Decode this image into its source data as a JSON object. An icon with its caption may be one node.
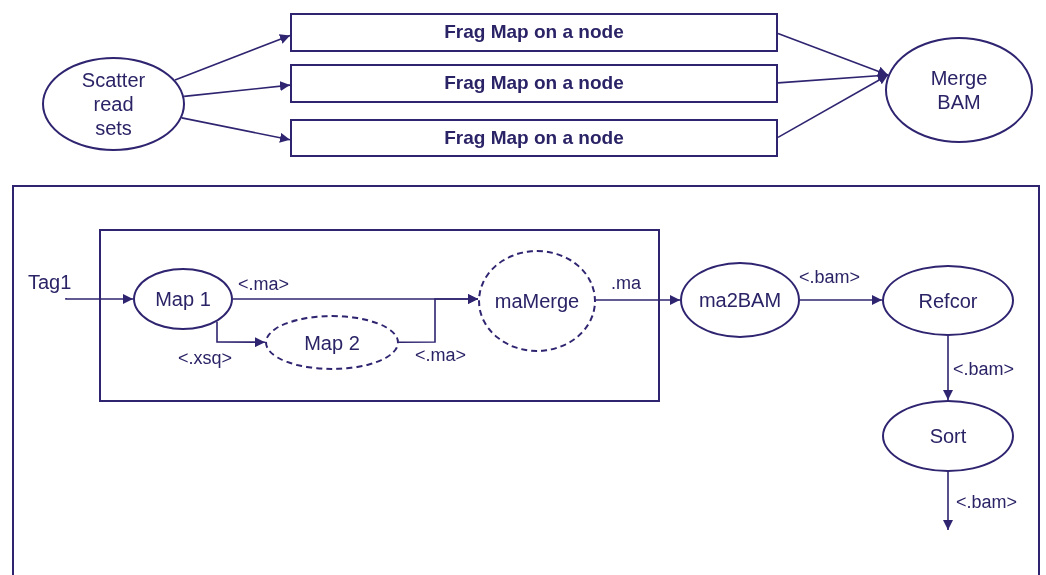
{
  "diagram": {
    "nodes": [
      {
        "text": [
          "Scatter read sets"
        ]
      },
      {
        "text": [
          "Frag Map on a node"
        ]
      },
      {
        "text": [
          "Frag Map on a node"
        ]
      },
      {
        "text": [
          "Frag Map on a node"
        ]
      },
      {
        "text": [
          "Merge BAM"
        ]
      },
      {
        "text": [],
        "shape": "box"
      },
      {
        "text": [],
        "shape": "box",
        "in": 5
      },
      {
        "text": [
          "Tag1"
        ],
        "in": 5
      },
      {
        "text": [
          "Map 1"
        ],
        "in": 6
      },
      {
        "text": [
          "Map 2"
        ],
        "in": 6
      },
      {
        "text": [
          "maMerge"
        ],
        "in": 6
      },
      {
        "text": [
          "ma2BAM"
        ],
        "in": 5
      },
      {
        "text": [
          "Refcor"
        ],
        "in": 5
      },
      {
        "text": [
          "Sort"
        ],
        "in": 5
      }
    ],
    "edges": [
      {
        "from": 0,
        "to": 1,
        "arrow": "to"
      },
      {
        "from": 0,
        "to": 2,
        "arrow": "to"
      },
      {
        "from": 0,
        "to": 3,
        "arrow": "to"
      },
      {
        "from": 1,
        "to": 4,
        "arrow": "to"
      },
      {
        "from": 2,
        "to": 4,
        "arrow": "to"
      },
      {
        "from": 3,
        "to": 4,
        "arrow": "to"
      },
      {
        "from": 7,
        "to": 8,
        "arrow": "to"
      },
      {
        "from": 8,
        "to": 10,
        "arrow": "to",
        "label": "<.ma>"
      },
      {
        "from": 8,
        "to": 9,
        "arrow": "to",
        "label": "<.xsq>"
      },
      {
        "from": 9,
        "to": 10,
        "arrow": "to",
        "label": "<.ma>"
      },
      {
        "from": 10,
        "to": 11,
        "arrow": "to",
        "label": ".ma"
      },
      {
        "from": 11,
        "to": 12,
        "arrow": "to",
        "label": "<.bam>"
      },
      {
        "from": 12,
        "to": 13,
        "arrow": "to",
        "label": "<.bam>"
      },
      {
        "from": 13,
        "to": null,
        "arrow": "to",
        "label": "<.bam>"
      }
    ]
  }
}
